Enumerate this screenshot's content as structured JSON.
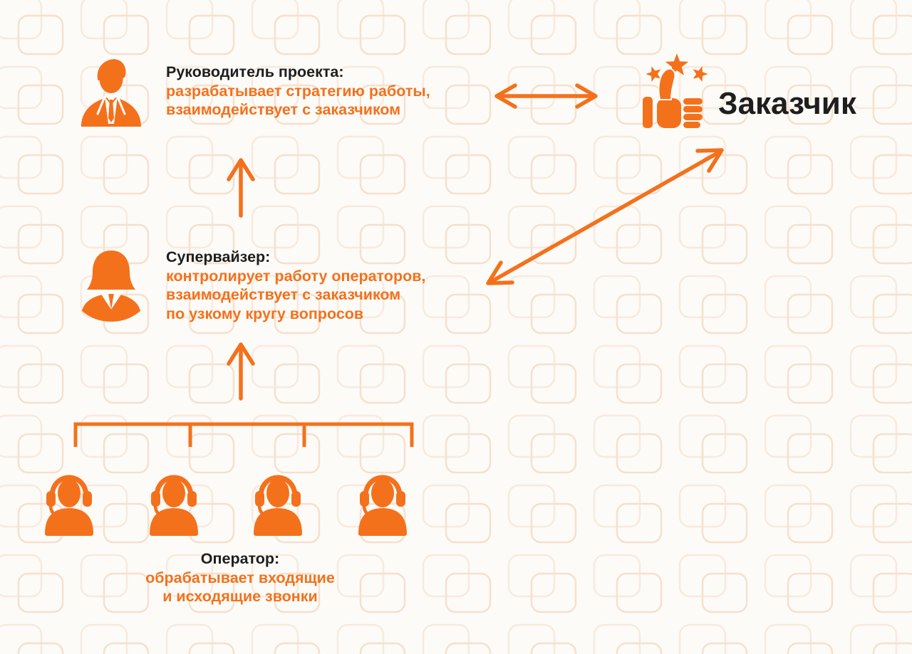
{
  "palette": {
    "accent": "#F4711C",
    "text_dark": "#1E1E1E",
    "background": "#FCFBF8",
    "pattern_stroke_light": "#F8EADD",
    "pattern_stroke_dark": "#F6E0CD"
  },
  "nodes": {
    "manager": {
      "title": "Руководитель проекта:",
      "desc_lines": [
        "разрабатывает стратегию работы,",
        "взаимодействует с заказчиком"
      ]
    },
    "supervisor": {
      "title": "Супервайзер:",
      "desc_lines": [
        "контролирует работу операторов,",
        "взаимодействует с заказчиком",
        "по узкому кругу вопросов"
      ]
    },
    "operators": {
      "title": "Оператор:",
      "desc_lines": [
        "обрабатывает входящие",
        "и исходящие звонки"
      ],
      "count": 4
    },
    "customer": {
      "title": "Заказчик"
    }
  },
  "icons": {
    "manager": "businessman-icon",
    "supervisor": "businesswoman-icon",
    "operator": "headset-operator-icon",
    "customer": "thumbs-up-stars-icon"
  },
  "connectors": {
    "manager_customer": "horizontal-double-arrow",
    "supervisor_manager": "up-arrow",
    "operators_supervisor": "up-arrow",
    "supervisor_customer": "diagonal-double-arrow",
    "operators_group": "bracket"
  }
}
